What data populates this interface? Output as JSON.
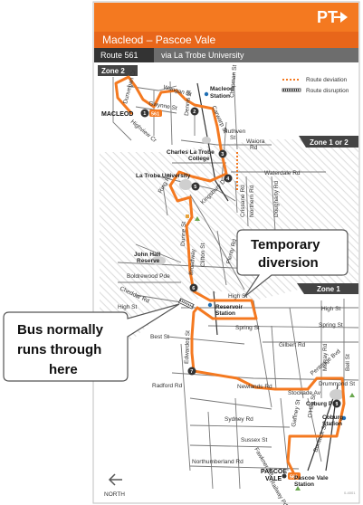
{
  "header": {
    "logo": "PT",
    "title": "Macleod – Pascoe Vale",
    "route_label": "Route 561",
    "via": "via La Trobe University"
  },
  "legend": {
    "deviation": "Route deviation",
    "disruption": "Route disruption"
  },
  "zones": {
    "zone2": "Zone 2",
    "zone1or2": "Zone 1 or 2",
    "zone1": "Zone 1"
  },
  "callouts": {
    "temporary": [
      "Temporary",
      "diversion"
    ],
    "normal": [
      "Bus normally",
      "runs through",
      "here"
    ]
  },
  "termini": {
    "macleod": "MACLEOD",
    "macleod_route": "561",
    "pascoe1": "PASCOE",
    "pascoe2": "VALE",
    "pascoe_route": "561"
  },
  "stops": [
    "1",
    "2",
    "3",
    "4",
    "5",
    "6",
    "7",
    "8"
  ],
  "places": {
    "macleod_station": [
      "Macleod",
      "Station"
    ],
    "charles_latrobe": [
      "Charles La Trobe",
      "College"
    ],
    "latrobe_uni": "La Trobe University",
    "john_hall": [
      "John Hall",
      "Reserve"
    ],
    "reservoir": [
      "Reservoir",
      "Station"
    ],
    "coburg_ps": "Coburg PS",
    "coburg_station": [
      "Coburg",
      "Station"
    ],
    "pascoe_station": [
      "Pascoe Vale",
      "Station"
    ]
  },
  "streets": {
    "dunvegan": "Dunvegan Cr",
    "wungan": "Wungan St",
    "ruthven1": "Ruthven",
    "ruthven2": "St",
    "chapman": "Chapman St",
    "carwarp": "Carwarp St",
    "gwynne": "Gwynne St",
    "dennis": "Dennis St",
    "highview": "Highview Cr",
    "waiora1": "Waiora",
    "waiora2": "Rd",
    "waterdale": "Waterdale Rd",
    "kingsbury": "Kingsbury Dr",
    "ring": "Ring Rd",
    "crissane": "Crissane Rd",
    "northern": "Northern Rd",
    "dougharty": "Dougharty Rd",
    "dunne": "Dunne St",
    "clifton": "Clifton St",
    "plenty": "Plenty Rd",
    "boldrewood": "Boldrewood Pde",
    "cheddar": "Cheddar Rd",
    "broadway": "Broadway",
    "high1": "High St",
    "high2": "High St",
    "high3": "High St",
    "spring1": "Spring St",
    "spring2": "Spring St",
    "best": "Best St",
    "gilbert": "Gilbert Rd",
    "murray": "Murray Rd",
    "bell": "Bell St",
    "edwardes": "Edwardes St",
    "radford": "Radford Rd",
    "pentridge": "Pentridge Bvd",
    "drummond": "Drummond St",
    "newlands": "Newlands Rd",
    "stockade": "Stockade Av",
    "sydney": "Sydney Rd",
    "gaffney": "Gaffney St",
    "ohea": "O'Hea St",
    "sussex": "Sussex St",
    "northumberland": "Northumberland Rd",
    "bonwick": "Bonwick St",
    "fawkner": "Fawkner Rd",
    "railway": "Railway Pde"
  },
  "north": "NORTH",
  "code": "0-4001",
  "colors": {
    "orange": "#F47920",
    "dark_orange": "#E25E13",
    "grey_header": "#555555",
    "dark_tab": "#444444",
    "hatch": "#e2e2e2"
  }
}
